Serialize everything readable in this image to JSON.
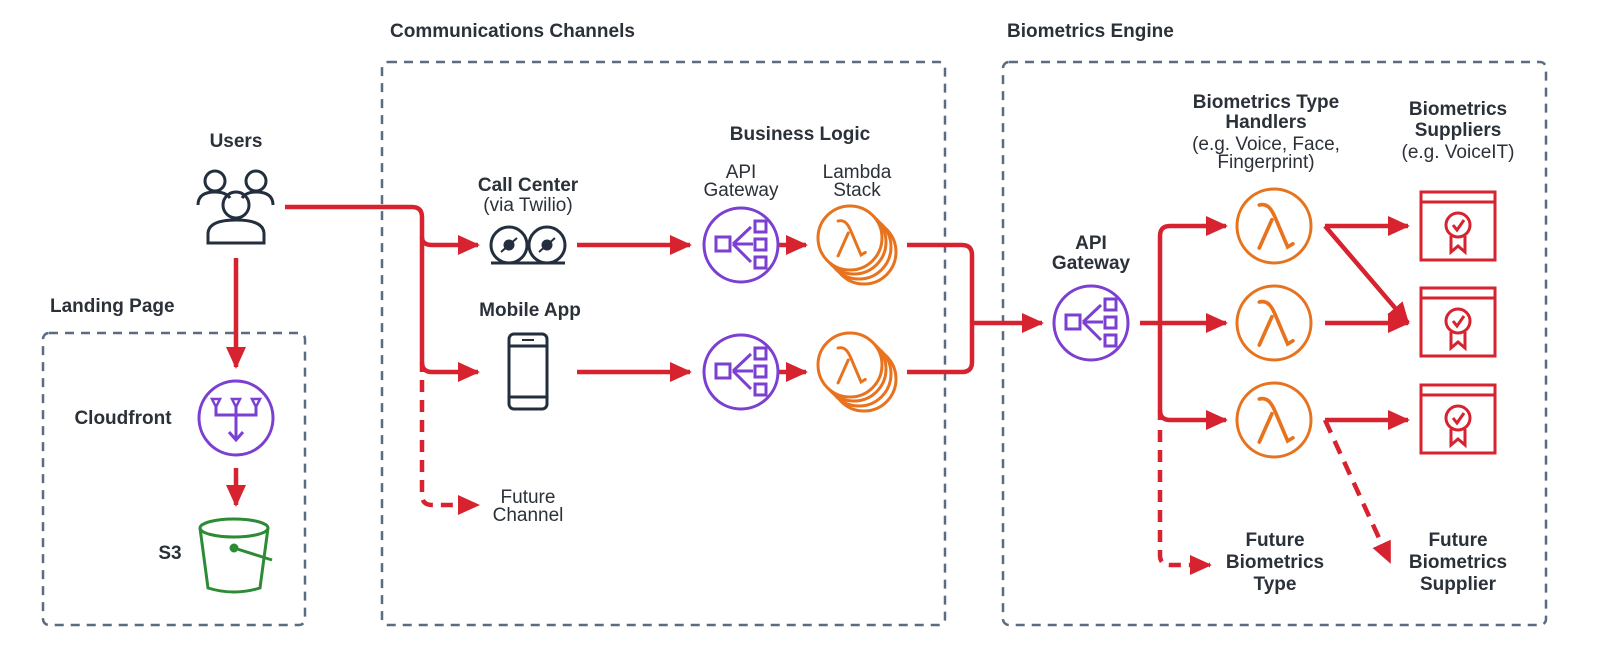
{
  "colors": {
    "flow": "#d6232f",
    "border": "#5b6b80",
    "users": "#232f3e",
    "api_gateway": "#7b3fd1",
    "lambda": "#e8731e",
    "cloudfront": "#7b3fd1",
    "s3": "#2e8b35",
    "supplier": "#d6232f",
    "device": "#232f3e"
  },
  "groups": {
    "landing_page": "Landing Page",
    "communications": "Communications Channels",
    "biometrics_engine": "Biometrics Engine"
  },
  "nodes": {
    "users": "Users",
    "cloudfront": "Cloudfront",
    "s3": "S3",
    "call_center": "Call Center",
    "call_center_sub": "(via Twilio)",
    "mobile_app": "Mobile App",
    "future_channel_1": "Future",
    "future_channel_2": "Channel",
    "business_logic": "Business Logic",
    "api_gateway_1": "API",
    "api_gateway_2": "Gateway",
    "lambda_stack_1": "Lambda",
    "lambda_stack_2": "Stack",
    "engine_api_1": "API",
    "engine_api_2": "Gateway",
    "handlers_1": "Biometrics Type",
    "handlers_2": "Handlers",
    "handlers_3": "(e.g. Voice, Face,",
    "handlers_4": "Fingerprint)",
    "suppliers_1": "Biometrics",
    "suppliers_2": "Suppliers",
    "suppliers_3": "(e.g. VoiceIT)",
    "future_type_1": "Future",
    "future_type_2": "Biometrics",
    "future_type_3": "Type",
    "future_supplier_1": "Future",
    "future_supplier_2": "Biometrics",
    "future_supplier_3": "Supplier"
  },
  "icons": [
    "users-icon",
    "cloudfront-icon",
    "s3-bucket-icon",
    "twilio-icon",
    "mobile-phone-icon",
    "api-gateway-icon",
    "lambda-stack-icon",
    "lambda-icon",
    "certificate-icon"
  ]
}
